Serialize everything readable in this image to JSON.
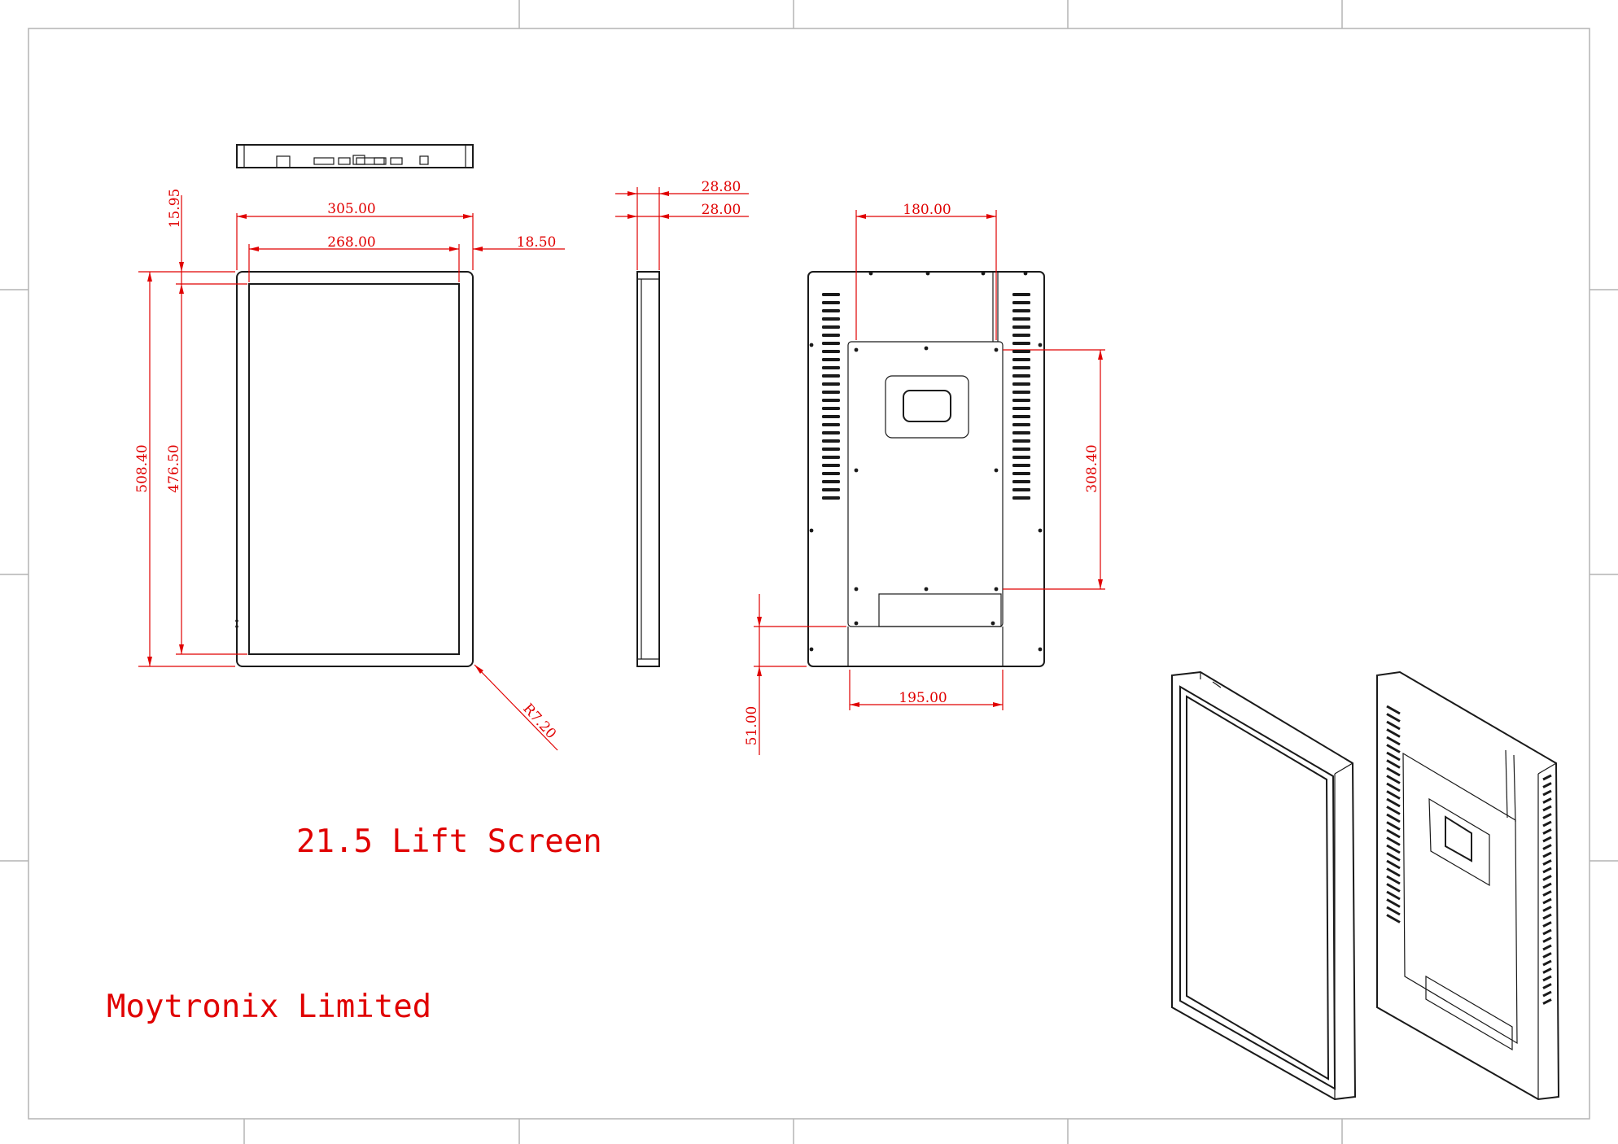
{
  "drawing": {
    "title": "21.5 Lift Screen",
    "company": "Moytronix Limited",
    "line_color": "#1a1a1a",
    "dimension_color": "#e00000",
    "frame_color": "#b4b4b4"
  },
  "dimensions": {
    "front_overall_width": "305.00",
    "front_display_width": "268.00",
    "front_side_bezel": "18.50",
    "front_top_bezel": "15.95",
    "front_overall_height": "508.40",
    "front_display_height": "476.50",
    "corner_radius": "R7.20",
    "side_depth_outer": "28.80",
    "side_depth_inner": "28.00",
    "rear_mount_width": "180.00",
    "rear_mount_height": "308.40",
    "rear_bottom_offset": "51.00",
    "rear_bottom_width": "195.00"
  }
}
